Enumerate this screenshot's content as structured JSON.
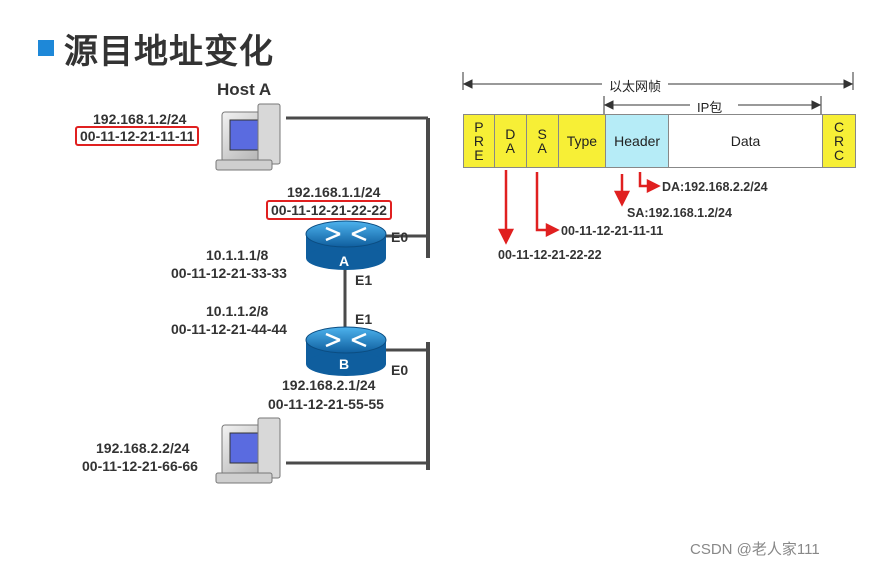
{
  "title": "源目地址变化",
  "host_a": {
    "name": "Host A",
    "ip": "192.168.1.2/24",
    "mac": "00-11-12-21-11-11"
  },
  "router_a": {
    "label": "A",
    "e0_ip": "192.168.1.1/24",
    "e0_mac": "00-11-12-21-22-22",
    "e0_label": "E0",
    "e1_label": "E1",
    "e1_ip": "10.1.1.1/8",
    "e1_mac": "00-11-12-21-33-33"
  },
  "router_b": {
    "label": "B",
    "e1_label": "E1",
    "e1_ip": "10.1.1.2/8",
    "e1_mac": "00-11-12-21-44-44",
    "e0_label": "E0",
    "e0_ip": "192.168.2.1/24",
    "e0_mac": "00-11-12-21-55-55"
  },
  "host_b": {
    "ip": "192.168.2.2/24",
    "mac": "00-11-12-21-66-66"
  },
  "frame": {
    "ethernet_label": "以太网帧",
    "ip_label": "IP包",
    "fields": [
      {
        "chars": [
          "P",
          "R",
          "E"
        ]
      },
      {
        "chars": [
          "D",
          "A"
        ]
      },
      {
        "chars": [
          "S",
          "A"
        ]
      },
      {
        "text": "Type"
      },
      {
        "text": "Header"
      },
      {
        "text": "Data"
      },
      {
        "chars": [
          "C",
          "R",
          "C"
        ]
      }
    ]
  },
  "annotations": {
    "da_mac": "00-11-12-21-22-22",
    "sa_mac": "00-11-12-21-11-11",
    "ip_da": "DA:192.168.2.2/24",
    "ip_sa": "SA:192.168.1.2/24"
  },
  "watermark": "CSDN @老人家111",
  "colors": {
    "accent_blue": "#1e88d8",
    "highlight_red": "#e02020",
    "field_yellow": "#f7ef36",
    "field_cyan": "#b6ecf7",
    "router_blue": "#1b7fc4"
  }
}
